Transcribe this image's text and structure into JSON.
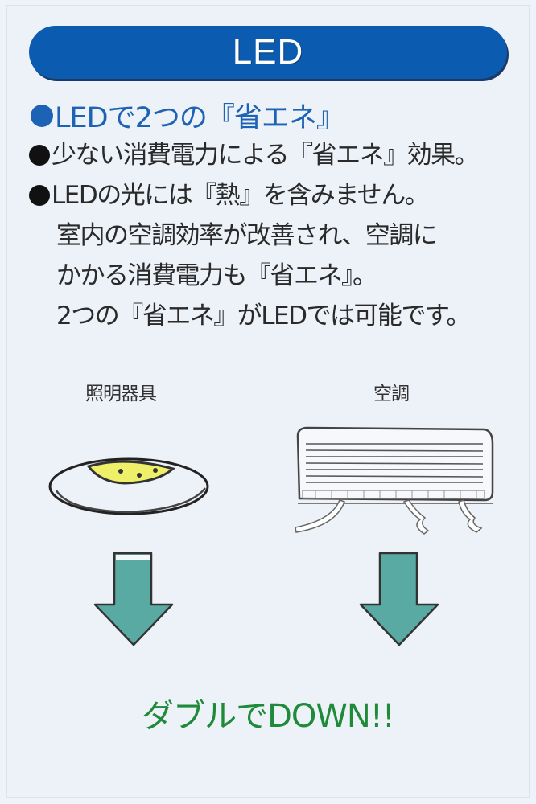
{
  "banner": {
    "title": "LED"
  },
  "heading": {
    "text": "LEDで2つの『省エネ』",
    "color": "#1d63b5"
  },
  "bullets": [
    {
      "lines": [
        "少ない消費電力による『省エネ』効果。"
      ]
    },
    {
      "lines": [
        "LEDの光には『熱』を含みません。",
        "室内の空調効率が改善され、空調に",
        "かかる消費電力も『省エネ』。",
        "2つの『省エネ』がLEDでは可能です。"
      ]
    }
  ],
  "illustrations": {
    "left": {
      "label": "照明器具",
      "icon": "ceiling-light-icon"
    },
    "right": {
      "label": "空調",
      "icon": "air-conditioner-icon"
    }
  },
  "arrows": {
    "icon": "down-arrow-icon",
    "color": "#5aaaa4"
  },
  "tagline": {
    "text": "ダブルでDOWN!!",
    "color": "#1f8a3a"
  },
  "colors": {
    "banner": "#0b5cb0",
    "background": "#eef2f9"
  }
}
